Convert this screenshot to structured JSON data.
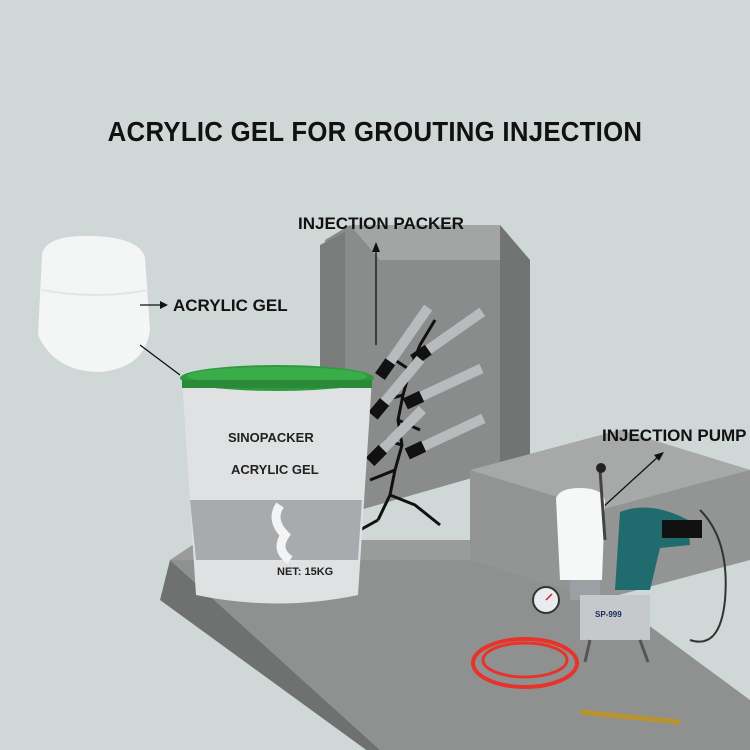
{
  "title": "ACRYLIC GEL FOR GROUTING INJECTION",
  "labels": {
    "injection_packer": "INJECTION PACKER",
    "acrylic_gel": "ACRYLIC GEL",
    "injection_pump": "INJECTION PUMP"
  },
  "bucket": {
    "brand": "SINOPACKER",
    "product": "ACRYLIC GEL",
    "net_weight": "NET: 15KG"
  },
  "pump": {
    "model": "SP-999"
  },
  "colors": {
    "background": "#cfd8d6",
    "concrete": "#8f9190",
    "bucket_lid": "#2e9a3e",
    "hose": "#e8332a",
    "drill": "#1f6b6e"
  }
}
